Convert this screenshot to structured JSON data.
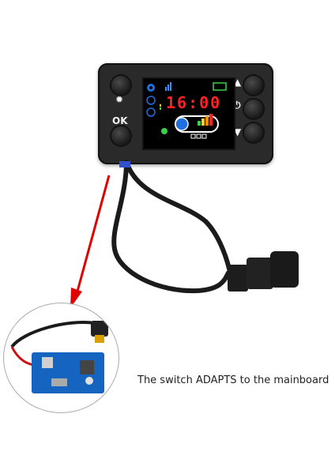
{
  "controller": {
    "ok_label": "OK",
    "clock_text": "16:00"
  },
  "caption": {
    "text": "The switch ADAPTS to the mainboard"
  },
  "colors": {
    "clock": "#ff2222",
    "arrow": "#e00000",
    "board": "#1565c0"
  },
  "icons": {
    "brightness": "sun-icon",
    "power": "power-icon",
    "up": "triangle-up-icon",
    "down": "triangle-down-icon"
  }
}
